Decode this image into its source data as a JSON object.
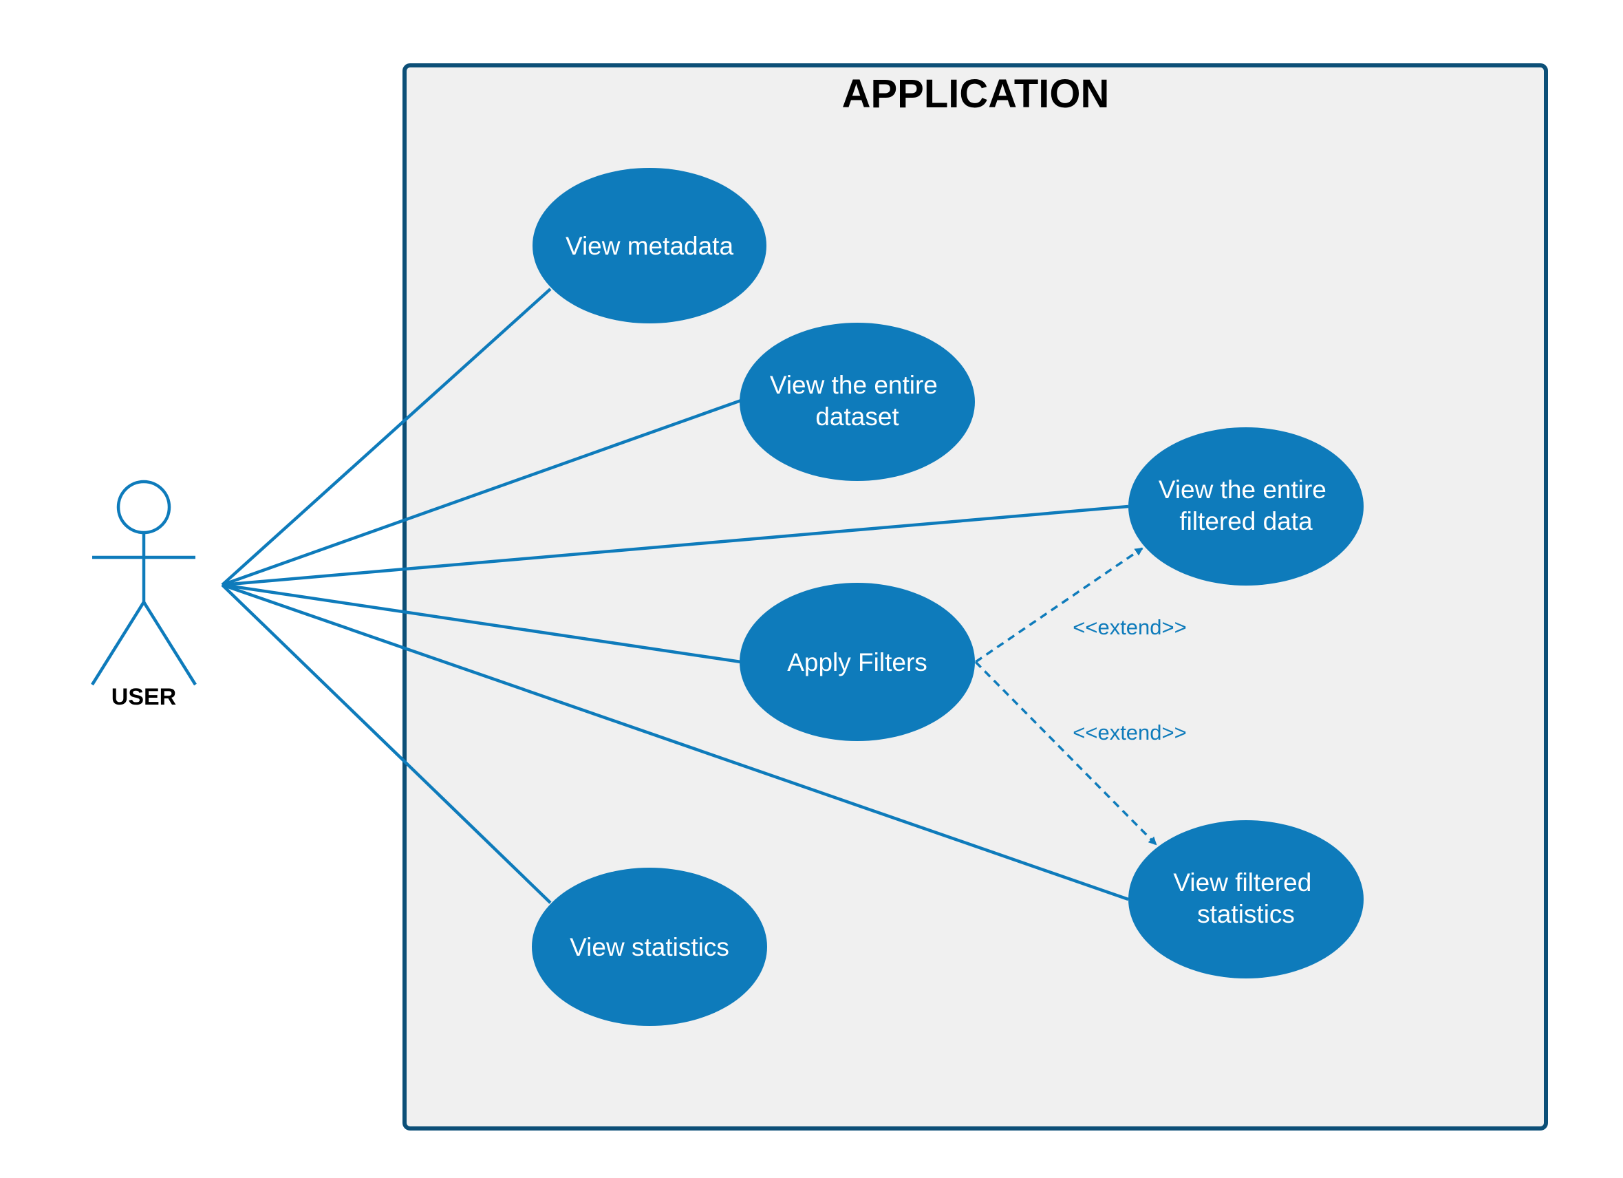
{
  "colors": {
    "primary": "#0e7bbb",
    "boundary_stroke": "#0c4f77",
    "boundary_fill": "#f0f0f0",
    "usecase_text": "#ffffff",
    "title_text": "#000000"
  },
  "system": {
    "title": "APPLICATION"
  },
  "actor": {
    "label": "USER",
    "icon": "stick-figure-icon"
  },
  "use_cases": {
    "view_metadata": {
      "lines": [
        "View metadata"
      ]
    },
    "view_entire_dataset": {
      "lines": [
        "View the entire",
        "dataset"
      ]
    },
    "view_entire_filtered_data": {
      "lines": [
        "View the entire",
        "filtered data"
      ]
    },
    "apply_filters": {
      "lines": [
        "Apply Filters"
      ]
    },
    "view_filtered_statistics": {
      "lines": [
        "View filtered",
        "statistics"
      ]
    },
    "view_statistics": {
      "lines": [
        "View statistics"
      ]
    }
  },
  "relations": {
    "extend_to_filtered_data": "<<extend>>",
    "extend_to_filtered_statistics": "<<extend>>"
  }
}
